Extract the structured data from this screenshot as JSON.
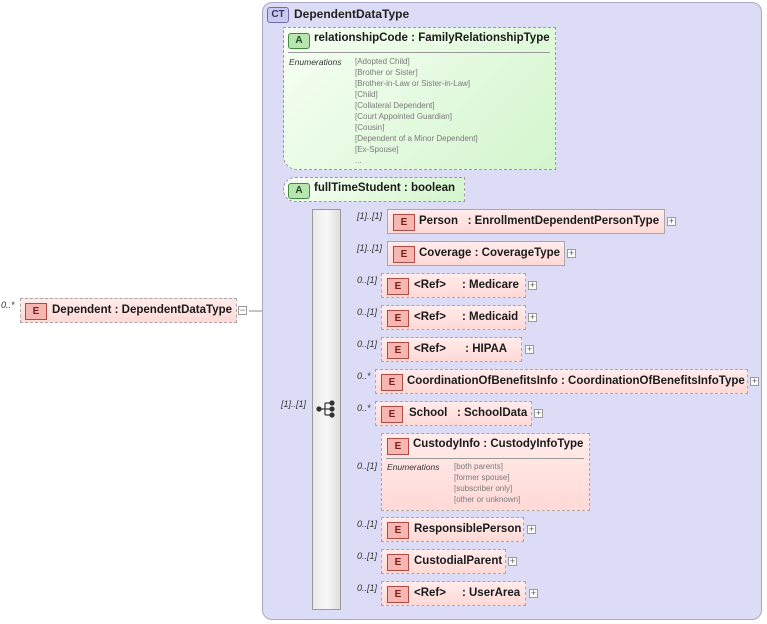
{
  "complex_type": {
    "badge": "CT",
    "name": "DependentDataType"
  },
  "root": {
    "cardinality": "0..*",
    "badge": "E",
    "name": "Dependent",
    "type": "DependentDataType",
    "expander": "−"
  },
  "attributes": [
    {
      "badge": "A",
      "name": "relationshipCode",
      "type": "FamilyRelationshipType",
      "enumerations_label": "Enumerations",
      "enumerations": [
        "[Adopted Child]",
        "[Brother or Sister]",
        "[Brother-in-Law or Sister-in-Law]",
        "[Child]",
        "[Collateral Dependent]",
        "[Court Appointed Guardian]",
        "[Cousin]",
        "[Dependent of a Minor Dependent]",
        "[Ex-Spouse]",
        "..."
      ]
    },
    {
      "badge": "A",
      "name": "fullTimeStudent",
      "type": "boolean"
    }
  ],
  "sequence": {
    "cardinality": "[1]..[1]"
  },
  "elements": [
    {
      "cardinality": "[1]..[1]",
      "badge": "E",
      "name": "Person",
      "type": "EnrollmentDependentPersonType",
      "expander": "+"
    },
    {
      "cardinality": "[1]..[1]",
      "badge": "E",
      "name": "Coverage",
      "type": "CoverageType",
      "expander": "+"
    },
    {
      "cardinality": "0..[1]",
      "badge": "E",
      "name": "<Ref>",
      "type": "Medicare",
      "expander": "+"
    },
    {
      "cardinality": "0..[1]",
      "badge": "E",
      "name": "<Ref>",
      "type": "Medicaid",
      "expander": "+"
    },
    {
      "cardinality": "0..[1]",
      "badge": "E",
      "name": "<Ref>",
      "type": "HIPAA",
      "expander": "+"
    },
    {
      "cardinality": "0..*",
      "badge": "E",
      "name": "CoordinationOfBenefitsInfo",
      "type": "CoordinationOfBenefitsInfoType",
      "expander": "+"
    },
    {
      "cardinality": "0..*",
      "badge": "E",
      "name": "School",
      "type": "SchoolData",
      "expander": "+"
    },
    {
      "cardinality": "0..[1]",
      "badge": "E",
      "name": "CustodyInfo",
      "type": "CustodyInfoType",
      "enumerations_label": "Enumerations",
      "enumerations": [
        "[both parents]",
        "[former spouse]",
        "[subscriber only]",
        "[other or unknown]"
      ]
    },
    {
      "cardinality": "0..[1]",
      "badge": "E",
      "name": "ResponsiblePerson",
      "type": "",
      "expander": "+"
    },
    {
      "cardinality": "0..[1]",
      "badge": "E",
      "name": "CustodialParent",
      "type": "",
      "expander": "+"
    },
    {
      "cardinality": "0..[1]",
      "badge": "E",
      "name": "<Ref>",
      "type": "UserArea",
      "expander": "+"
    }
  ],
  "separator": ":"
}
